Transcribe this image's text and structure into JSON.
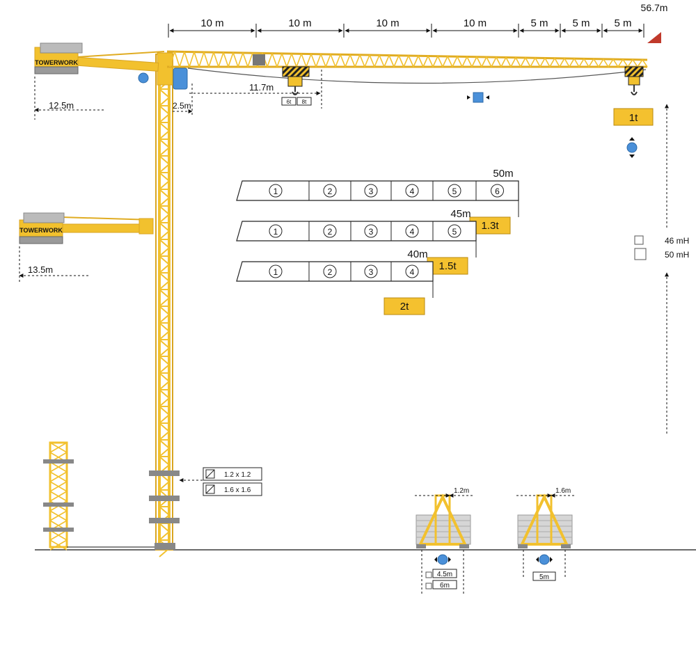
{
  "jib": {
    "segments": [
      "10 m",
      "10 m",
      "10 m",
      "10 m",
      "5 m",
      "5 m",
      "5 m"
    ],
    "max_length": "56.7m",
    "radius_max_load": "11.7m",
    "cab_offset": "2.5m"
  },
  "counterjib": {
    "top_label": "12.5m",
    "lower_label": "13.5m",
    "brand": "TOWERWORK"
  },
  "trolley": {
    "tags": [
      "6t",
      "8t"
    ]
  },
  "tip_load": "1t",
  "configs": [
    {
      "length": "50m",
      "sections": [
        "1",
        "2",
        "3",
        "4",
        "5",
        "6"
      ],
      "load": "1.3t"
    },
    {
      "length": "45m",
      "sections": [
        "1",
        "2",
        "3",
        "4",
        "5"
      ],
      "load": "1.5t"
    },
    {
      "length": "40m",
      "sections": [
        "1",
        "2",
        "3",
        "4"
      ],
      "load": "2t"
    }
  ],
  "heights": [
    {
      "label": "46 mH"
    },
    {
      "label": "50 mH"
    }
  ],
  "mast": [
    {
      "label": "1.2 x 1.2"
    },
    {
      "label": "1.6 x 1.6"
    }
  ],
  "base1": {
    "width": "1.2m",
    "base_dims": [
      "4.5m",
      "6m"
    ]
  },
  "base2": {
    "width": "1.6m",
    "base_dims": [
      "5m"
    ]
  },
  "colors": {
    "crane_yellow": "#f2c12e",
    "label_box": "#f4c12f",
    "icon_blue": "#4a90d9",
    "counterweight_gray": "#9a9a9a",
    "tip_marker": "#c0392b"
  }
}
